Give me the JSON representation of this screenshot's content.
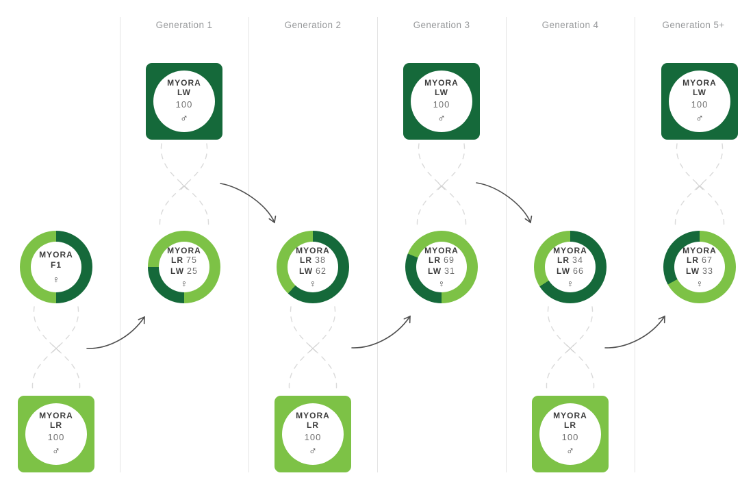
{
  "colors": {
    "dark": "#15693A",
    "light": "#7DC246",
    "dash": "#DADADA",
    "arrow": "#4F4F4F",
    "header_text": "#97999B",
    "text_dark": "#3D3D3D",
    "text_num": "#6E6E6E"
  },
  "headers": [
    "Generation 1",
    "Generation 2",
    "Generation 3",
    "Generation 4",
    "Generation 5+"
  ],
  "squares": [
    {
      "brand": "MYORA",
      "breed": "LR",
      "value": "100",
      "sex": "♂",
      "variant": "light"
    },
    {
      "brand": "MYORA",
      "breed": "LW",
      "value": "100",
      "sex": "♂",
      "variant": "dark"
    },
    {
      "brand": "MYORA",
      "breed": "LR",
      "value": "100",
      "sex": "♂",
      "variant": "light"
    },
    {
      "brand": "MYORA",
      "breed": "LW",
      "value": "100",
      "sex": "♂",
      "variant": "dark"
    },
    {
      "brand": "MYORA",
      "breed": "LR",
      "value": "100",
      "sex": "♂",
      "variant": "light"
    },
    {
      "brand": "MYORA",
      "breed": "LW",
      "value": "100",
      "sex": "♂",
      "variant": "dark"
    }
  ],
  "circles": [
    {
      "brand": "MYORA",
      "code": "F1",
      "sex": "♀",
      "ring": [
        {
          "c": "dark",
          "from": 0,
          "to": 50
        },
        {
          "c": "light",
          "from": 50,
          "to": 100
        }
      ]
    },
    {
      "brand": "MYORA",
      "lr_label": "LR",
      "lr": "75",
      "lw_label": "LW",
      "lw": "25",
      "sex": "♀",
      "ring": [
        {
          "c": "light",
          "from": 0,
          "to": 50
        },
        {
          "c": "dark",
          "from": 50,
          "to": 75
        },
        {
          "c": "light",
          "from": 75,
          "to": 100
        }
      ]
    },
    {
      "brand": "MYORA",
      "lr_label": "LR",
      "lr": "38",
      "lw_label": "LW",
      "lw": "62",
      "sex": "♀",
      "ring": [
        {
          "c": "dark",
          "from": 0,
          "to": 62
        },
        {
          "c": "light",
          "from": 62,
          "to": 100
        }
      ]
    },
    {
      "brand": "MYORA",
      "lr_label": "LR",
      "lr": "69",
      "lw_label": "LW",
      "lw": "31",
      "sex": "♀",
      "ring": [
        {
          "c": "light",
          "from": 0,
          "to": 50
        },
        {
          "c": "dark",
          "from": 50,
          "to": 81
        },
        {
          "c": "light",
          "from": 81,
          "to": 100
        }
      ]
    },
    {
      "brand": "MYORA",
      "lr_label": "LR",
      "lr": "34",
      "lw_label": "LW",
      "lw": "66",
      "sex": "♀",
      "ring": [
        {
          "c": "dark",
          "from": 0,
          "to": 66
        },
        {
          "c": "light",
          "from": 66,
          "to": 100
        }
      ]
    },
    {
      "brand": "MYORA",
      "lr_label": "LR",
      "lr": "67",
      "lw_label": "LW",
      "lw": "33",
      "sex": "♀",
      "ring": [
        {
          "c": "light",
          "from": 0,
          "to": 67
        },
        {
          "c": "dark",
          "from": 67,
          "to": 100
        }
      ]
    }
  ]
}
